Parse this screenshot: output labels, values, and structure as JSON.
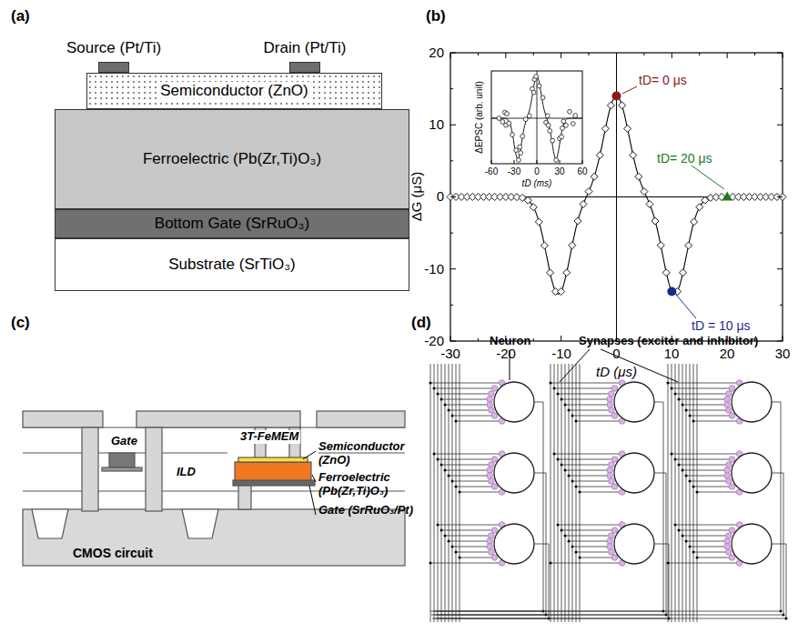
{
  "diagram": {
    "nodes": [
      {
        "text": [
          "Source (Pt/Ti)"
        ]
      },
      {
        "text": [
          "Drain (Pt/Ti)"
        ]
      },
      {
        "text": [
          "Semiconductor (ZnO)"
        ]
      },
      {
        "text": [
          "Ferroelectric (Pb(Zr,Ti)O₃)"
        ]
      },
      {
        "text": [
          "Bottom Gate (SrRuO₃)"
        ]
      },
      {
        "text": [
          "Substrate (SrTiO₃)"
        ]
      }
    ],
    "labels": [
      "(a)",
      "(b)",
      "(c)",
      "(d)",
      "20",
      "10",
      "0",
      "-10",
      "-20",
      "-30",
      "-20",
      "-10",
      "0",
      "10",
      "20",
      "30",
      "ΔG (μS)",
      "tD (μs)",
      "tD= 0 μs",
      "tD= 20 μs",
      "tD = 10 μs",
      "ΔEPSC (arb. unit)",
      "-60",
      "-30",
      "0",
      "30",
      "60",
      "tD (ms)",
      "3T-FeMEM",
      "Semiconductor (ZnO)",
      "Ferroelectric (Pb(Zr,Ti)O₃)",
      "Gate (SrRuO₃/Pt)",
      "Gate",
      "ILD",
      "CMOS circuit",
      "Neuron",
      "Synapses (exciter and inhibitor)"
    ]
  }
}
